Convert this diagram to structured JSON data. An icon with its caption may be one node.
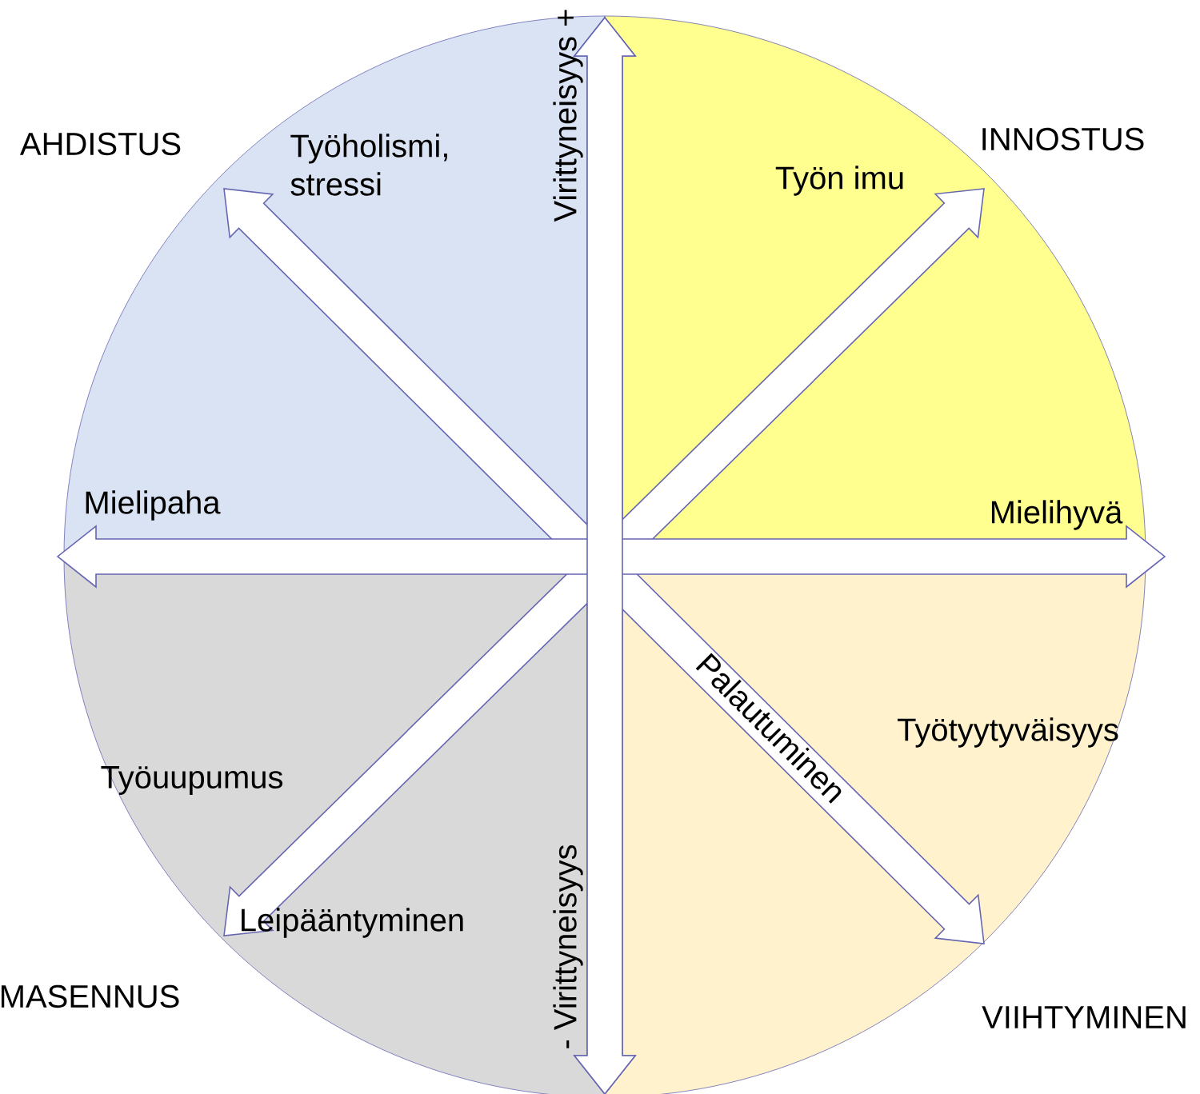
{
  "diagram": {
    "nodes": [
      {
        "text": [
          "AHDISTUS"
        ]
      },
      {
        "text": [
          "INNOSTUS"
        ]
      },
      {
        "text": [
          "Mielipaha"
        ]
      },
      {
        "text": [
          "Mielihyvä"
        ]
      },
      {
        "text": [
          "MASENNUS"
        ]
      },
      {
        "text": [
          "VIIHTYMINEN"
        ]
      }
    ],
    "edges": [
      {
        "from": 0,
        "to": 5,
        "arrow": "both"
      },
      {
        "from": 1,
        "to": 4,
        "arrow": "both"
      },
      {
        "from": 2,
        "to": 3,
        "arrow": "both"
      }
    ],
    "labels": [
      "Työholismi, stressi",
      "Virittyneisyys +",
      "Työn imu",
      "Työtyytyväisyys",
      "Palautuminen",
      "Työuupumus",
      "Leipääntyminen",
      "- Virittyneisyys"
    ]
  }
}
